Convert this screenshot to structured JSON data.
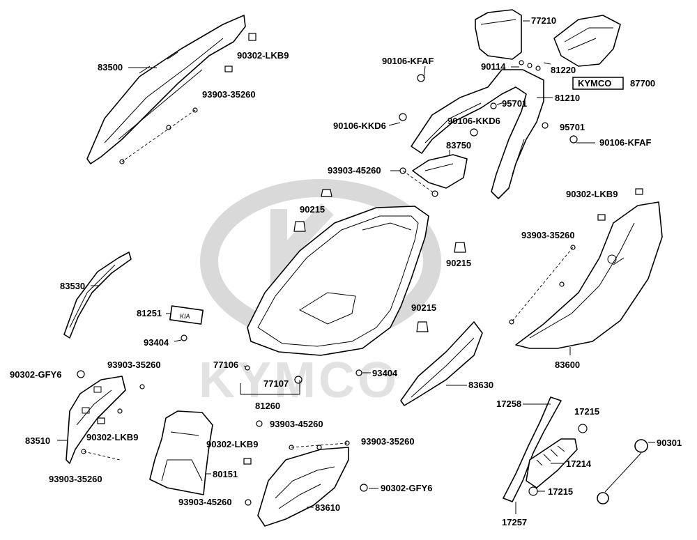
{
  "diagram": {
    "watermark_text": "KYMCO",
    "badge_text": "KYMCO",
    "emblem_text": "KIA",
    "colors": {
      "line": "#000000",
      "watermark": "#d9d9d9",
      "background": "#ffffff"
    },
    "labels": {
      "p77210": "77210",
      "p90106_kfaf_top": "90106-KFAF",
      "p90114": "90114",
      "p81220": "81220",
      "p83500": "83500",
      "p90302_lkb9_top": "90302-LKB9",
      "p93903_35260_top": "93903-35260",
      "p87700": "87700",
      "p81210": "81210",
      "p95701_a": "95701",
      "p90106_kkd6_left": "90106-KKD6",
      "p90106_kkd6_mid": "90106-KKD6",
      "p95701_b": "95701",
      "p90106_kfaf_right": "90106-KFAF",
      "p83750": "83750",
      "p93903_45260_mid": "93903-45260",
      "p90302_lkb9_right": "90302-LKB9",
      "p90215_a": "90215",
      "p93903_35260_right": "93903-35260",
      "p90215_b": "90215",
      "p83530": "83530",
      "p90215_c": "90215",
      "p81251": "81251",
      "p93404_a": "93404",
      "p83600": "83600",
      "p90302_gfy6_left": "90302-GFY6",
      "p93903_35260_left": "93903-35260",
      "p77106": "77106",
      "p93404_b": "93404",
      "p77107": "77107",
      "p83630": "83630",
      "p81260": "81260",
      "p17258": "17258",
      "p17215_a": "17215",
      "p83510": "83510",
      "p90302_lkb9_low": "90302-LKB9",
      "p93903_45260_low": "93903-45260",
      "p93903_35260_mid": "93903-35260",
      "p90301": "90301",
      "p90302_lkb9_box": "90302-LKB9",
      "p17214": "17214",
      "p80151": "80151",
      "p93903_35260_bl": "93903-35260",
      "p90302_gfy6_right": "90302-GFY6",
      "p17215_b": "17215",
      "p93903_45260_bot": "93903-45260",
      "p83610": "83610",
      "p17257": "17257"
    }
  }
}
